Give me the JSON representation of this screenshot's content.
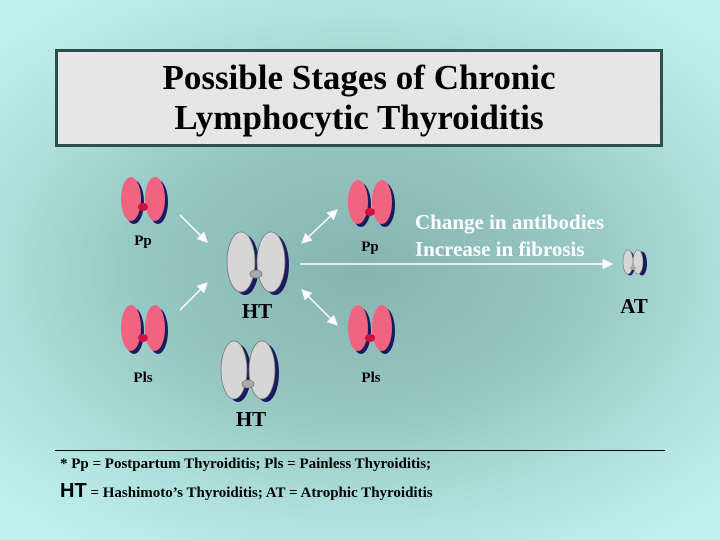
{
  "title": {
    "line1": "Possible Stages of Chronic",
    "line2": "Lymphocytic Thyroiditis"
  },
  "nodes": {
    "pp_left": "Pp",
    "pls_left": "Pls",
    "ht_center": "HT",
    "ht_bottom": "HT",
    "pp_right": "Pp",
    "pls_right": "Pls",
    "at": "AT"
  },
  "arrow_note": {
    "line1": "Change in antibodies",
    "line2": "Increase in fibrosis"
  },
  "footnote": {
    "line1": "* Pp = Postpartum Thyroiditis; Pls = Painless Thyroiditis;",
    "ht_abbrev": "HT",
    "line2_rest": " = Hashimoto’s Thyroiditis; AT = Atrophic Thyroiditis"
  },
  "colors": {
    "inflamed_gland": "#f06482",
    "normal_gland": "#d6d6d6",
    "gland_shadow": "#1a1a5e",
    "note_text": "#ffffff",
    "title_bg": "#e6e6e6"
  }
}
